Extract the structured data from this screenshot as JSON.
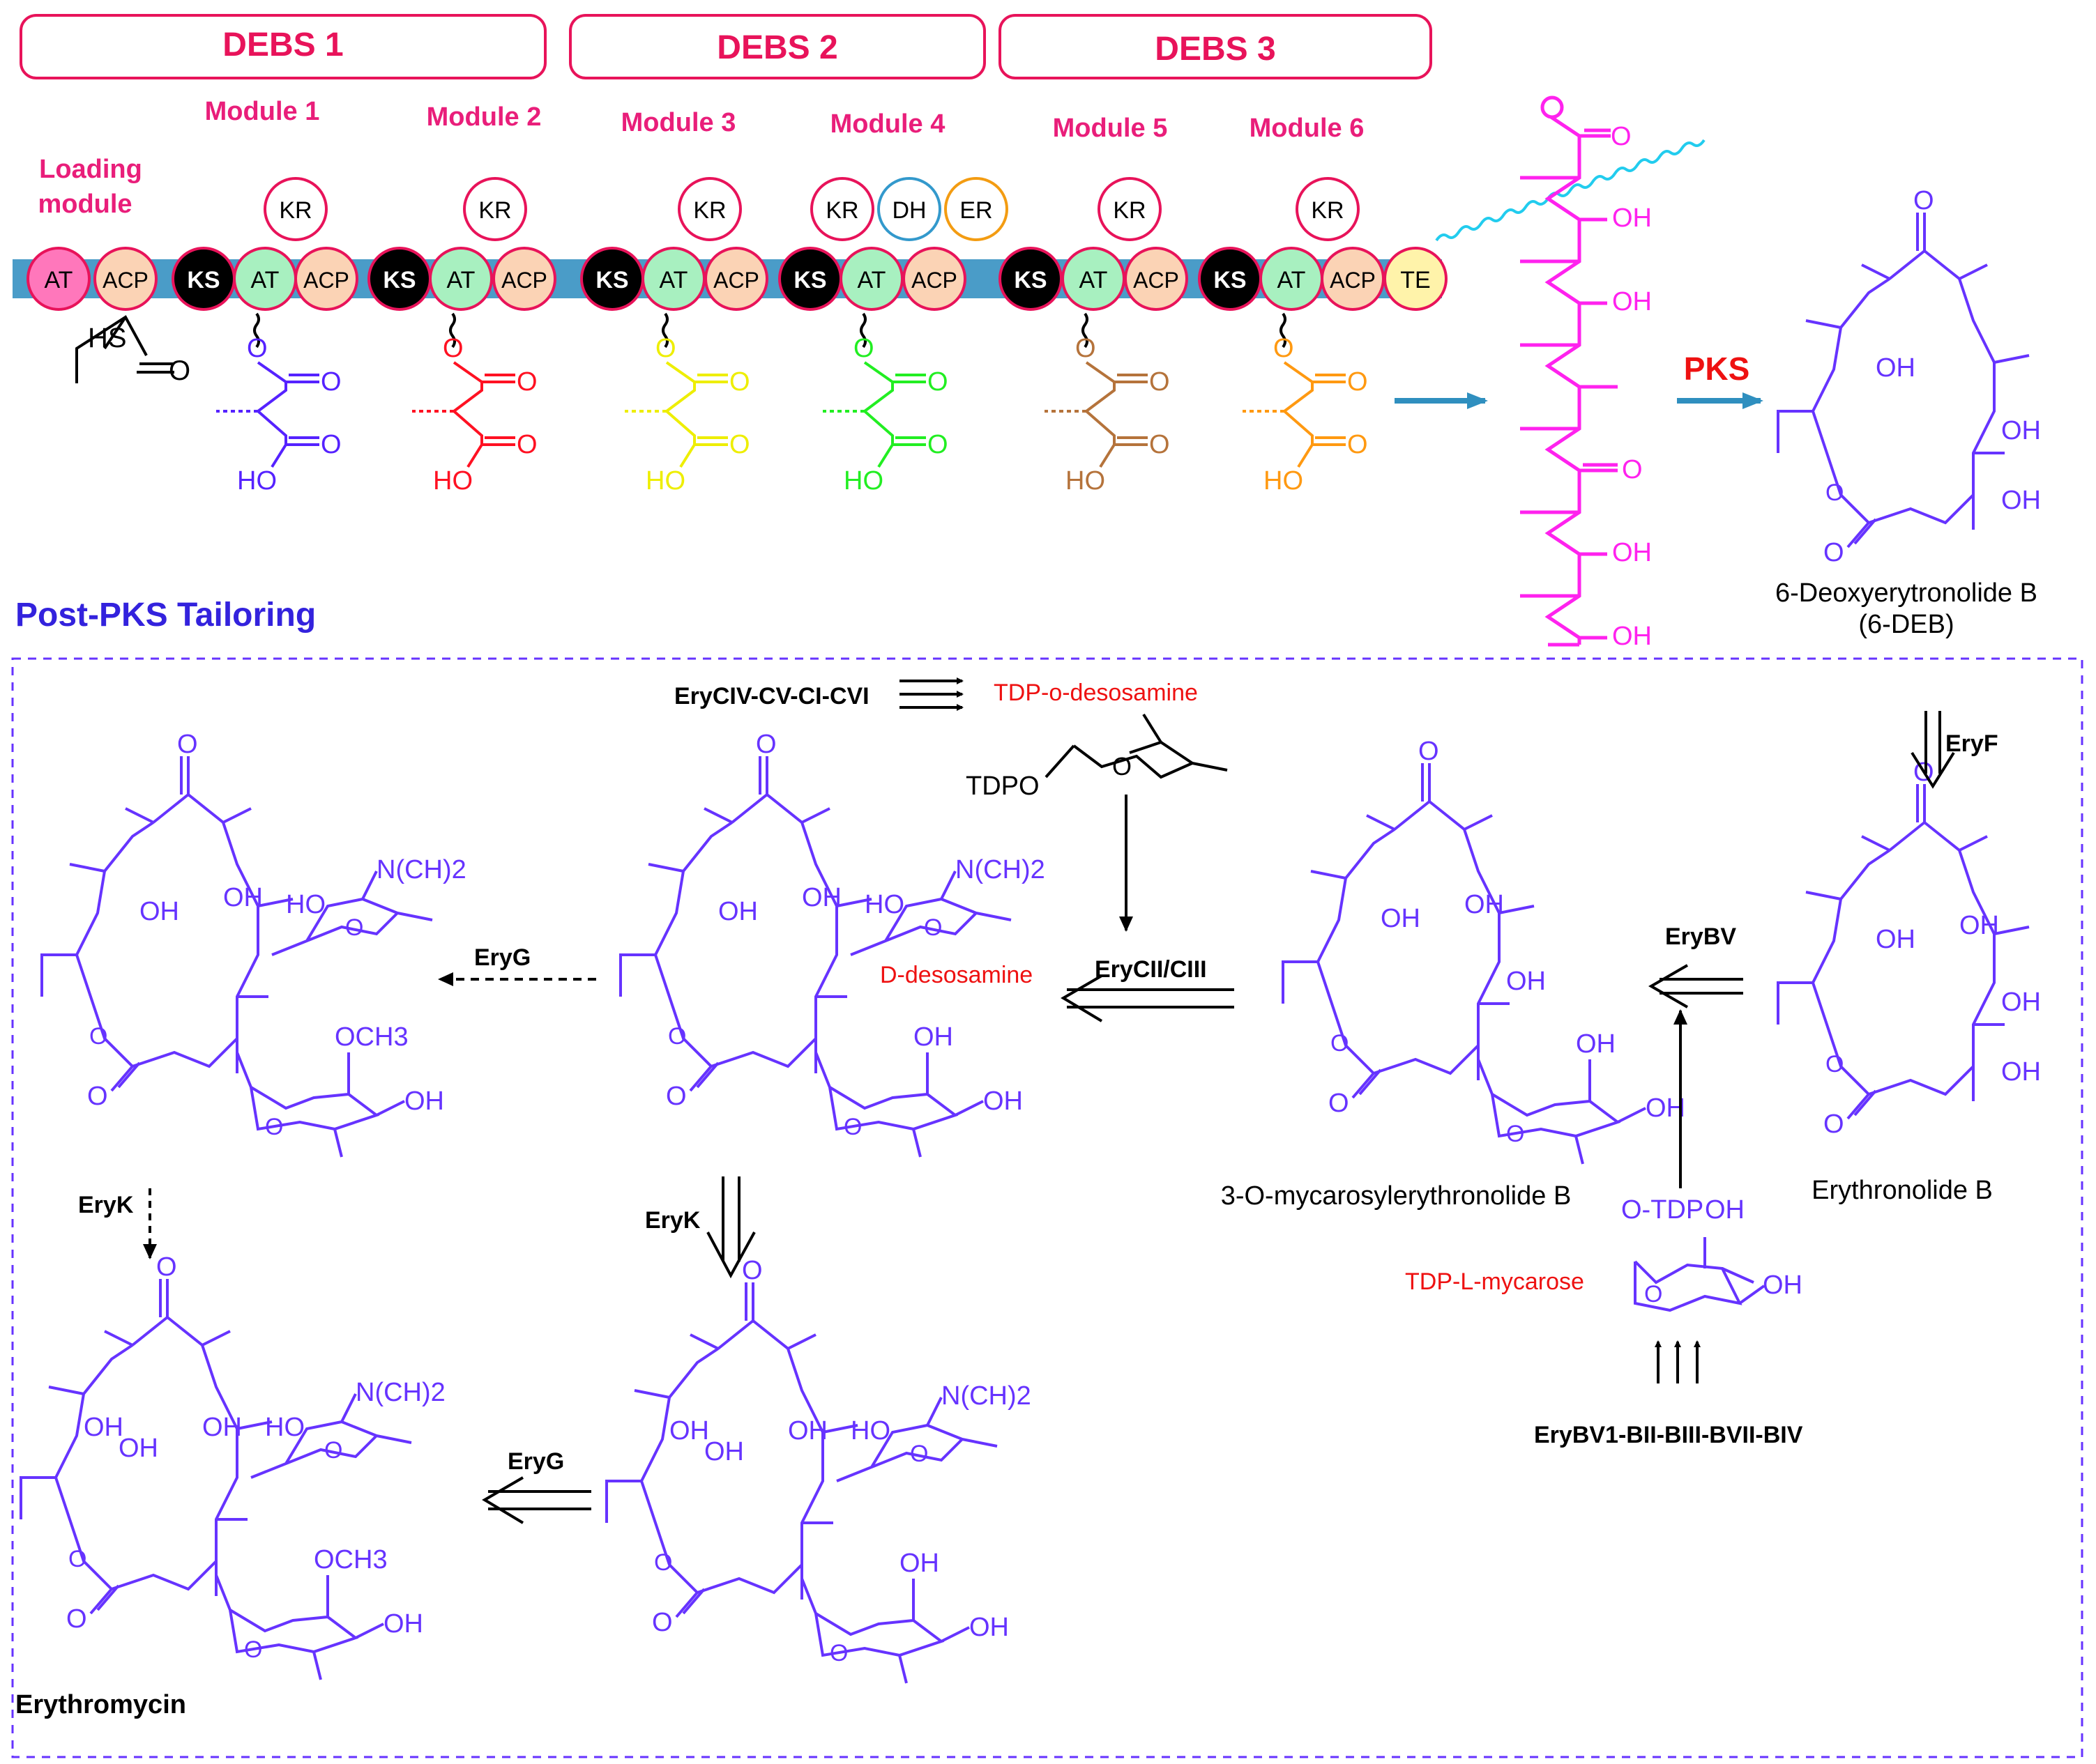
{
  "colors": {
    "debs_text": "#e8135a",
    "module_text": "#e91e7a",
    "scheme_purple": "#6633ff",
    "title_blue": "#3322dd",
    "red_label": "#ee1111",
    "domain_pink": "#ff77bb",
    "domain_peach": "#fbd3b5",
    "domain_green": "#a8f0c0",
    "domain_ks": "#000000",
    "domain_te": "#fff3aa",
    "er_orange": "#f39c12",
    "dh_blue": "#3399cc",
    "chain_bar": "#4a9cc8",
    "polyketide_magenta": "#ff22ee",
    "teal_arrow": "#2f8fbf",
    "ext_blue": "#5522ff",
    "ext_red": "#ff1122",
    "ext_yellow": "#eeee00",
    "ext_green": "#22ee22",
    "ext_brown": "#b5733b",
    "ext_orange": "#ff9911"
  },
  "header": {
    "debs1": "DEBS 1",
    "debs2": "DEBS 2",
    "debs3": "DEBS 3"
  },
  "modules": [
    "Loading module",
    "Module 1",
    "Module 2",
    "Module 3",
    "Module 4",
    "Module 5",
    "Module 6"
  ],
  "domains": {
    "at": "AT",
    "acp": "ACP",
    "ks": "KS",
    "kr": "KR",
    "dh": "DH",
    "er": "ER",
    "te": "TE"
  },
  "atoms": {
    "o": "O",
    "oh": "OH",
    "ho": "HO",
    "hs": "HS",
    "tdpo": "TDPO",
    "ndime": "N(CH",
    "ome": "OCH",
    "sub3": "3",
    "sub2": ")2",
    "otdp": "O-TDP",
    "oh_h": "OH"
  },
  "pks_label": "PKS",
  "deb_name": "6-Deoxyerytronolide B",
  "deb_abbr": "(6-DEB)",
  "post_pks_title": "Post-PKS Tailoring",
  "enzymes": {
    "eryciv": "EryCIV-CV-CI-CVI",
    "eryf": "EryF",
    "erybv": "EryBV",
    "erycii": "EryCII/CIII",
    "eryg1": "EryG",
    "eryg2": "EryG",
    "eryk1": "EryK",
    "eryk2": "EryK",
    "erybv1": "EryBV1-BII-BIII-BVII-BIV"
  },
  "sugars": {
    "tdp_desosamine": "TDP-o-desosamine",
    "d_desosamine": "D-desosamine",
    "tdp_mycarose": "TDP-L-mycarose"
  },
  "compounds": {
    "erythronolide": "Erythronolide B",
    "mycarosyl": "3-O-mycarosylerythronolide B",
    "erythromycin": "Erythromycin"
  }
}
